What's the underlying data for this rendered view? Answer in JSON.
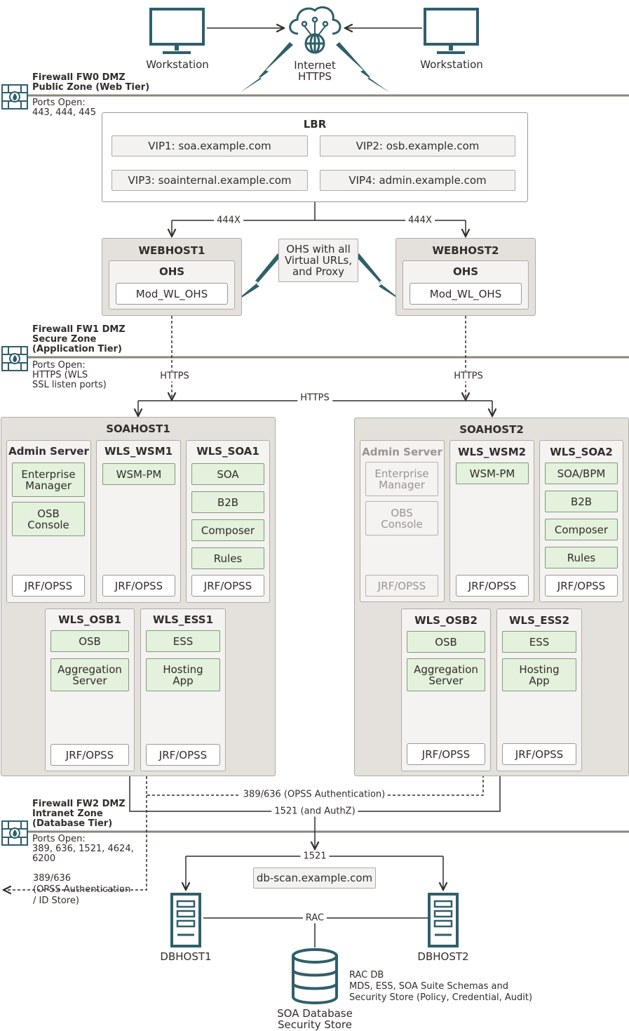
{
  "top": {
    "workstation_left": "Workstation",
    "workstation_right": "Workstation",
    "internet_line1": "Internet",
    "internet_line2": "HTTPS"
  },
  "fw0": {
    "title_line1": "Firewall FW0 DMZ",
    "title_line2": "Public Zone (Web Tier)",
    "ports_line1": "Ports Open:",
    "ports_line2": "443, 444, 445"
  },
  "lbr": {
    "title": "LBR",
    "vips": [
      "VIP1: soa.example.com",
      "VIP2: osb.example.com",
      "VIP3: soainternal.example.com",
      "VIP4: admin.example.com"
    ]
  },
  "web": {
    "port_left": "444X",
    "port_right": "444X",
    "note_line1": "OHS with all",
    "note_line2": "Virtual URLs,",
    "note_line3": "and Proxy",
    "host1": {
      "name": "WEBHOST1",
      "ohs": "OHS",
      "mod": "Mod_WL_OHS"
    },
    "host2": {
      "name": "WEBHOST2",
      "ohs": "OHS",
      "mod": "Mod_WL_OHS"
    }
  },
  "fw1": {
    "title_line1": "Firewall FW1 DMZ",
    "title_line2": "Secure Zone",
    "title_line3": "(Application Tier)",
    "ports_line1": "Ports Open:",
    "ports_line2": "HTTPS (WLS",
    "ports_line3": "SSL listen ports)"
  },
  "app": {
    "https_left": "HTTPS",
    "https_right": "HTTPS",
    "https_mid": "HTTPS",
    "soahost1": {
      "name": "SOAHOST1",
      "admin": {
        "title": "Admin Server",
        "c1a": "Enterprise",
        "c1b": "Manager",
        "c2a": "OSB",
        "c2b": "Console",
        "jrf": "JRF/OPSS"
      },
      "wsm": {
        "title": "WLS_WSM1",
        "c1": "WSM-PM",
        "jrf": "JRF/OPSS"
      },
      "soa": {
        "title": "WLS_SOA1",
        "c1": "SOA",
        "c2": "B2B",
        "c3": "Composer",
        "c4": "Rules",
        "jrf": "JRF/OPSS"
      },
      "osb": {
        "title": "WLS_OSB1",
        "c1": "OSB",
        "c2a": "Aggregation",
        "c2b": "Server",
        "jrf": "JRF/OPSS"
      },
      "ess": {
        "title": "WLS_ESS1",
        "c1": "ESS",
        "c2a": "Hosting",
        "c2b": "App",
        "jrf": "JRF/OPSS"
      }
    },
    "soahost2": {
      "name": "SOAHOST2",
      "admin": {
        "title": "Admin Server",
        "c1a": "Enterprise",
        "c1b": "Manager",
        "c2a": "OBS",
        "c2b": "Console",
        "jrf": "JRF/OPSS"
      },
      "wsm": {
        "title": "WLS_WSM2",
        "c1": "WSM-PM",
        "jrf": "JRF/OPSS"
      },
      "soa": {
        "title": "WLS_SOA2",
        "c1": "SOA/BPM",
        "c2": "B2B",
        "c3": "Composer",
        "c4": "Rules",
        "jrf": "JRF/OPSS"
      },
      "osb": {
        "title": "WLS_OSB2",
        "c1": "OSB",
        "c2a": "Aggregation",
        "c2b": "Server",
        "jrf": "JRF/OPSS"
      },
      "ess": {
        "title": "WLS_ESS2",
        "c1": "ESS",
        "c2a": "Hosting",
        "c2b": "App",
        "jrf": "JRF/OPSS"
      }
    },
    "opss_auth": "389/636 (OPSS Authentication)",
    "authz": "1521 (and AuthZ)"
  },
  "fw2": {
    "title_line1": "Firewall FW2 DMZ",
    "title_line2": "Intranet Zone",
    "title_line3": "(Database Tier)",
    "ports_line1": "Ports Open:",
    "ports_line2": "389, 636, 1521, 4624,",
    "ports_line3": "6200",
    "ldap_line1": "389/636",
    "ldap_line2": "(OPSS Authentication",
    "ldap_line3": "/ ID Store)"
  },
  "db": {
    "port": "1521",
    "scan": "db-scan.example.com",
    "rac": "RAC",
    "host1": "DBHOST1",
    "host2": "DBHOST2",
    "desc_line1": "RAC DB",
    "desc_line2": "MDS, ESS, SOA Suite Schemas and",
    "desc_line3": "Security Store (Policy, Credential, Audit)",
    "store_line1": "SOA Database",
    "store_line2": "Security Store"
  },
  "colors": {
    "teal_icon": "#2f5f6b",
    "green_fill": "#e3f1dd",
    "panel_fill": "#e4e1dd",
    "firewall_line": "#8c857b"
  }
}
